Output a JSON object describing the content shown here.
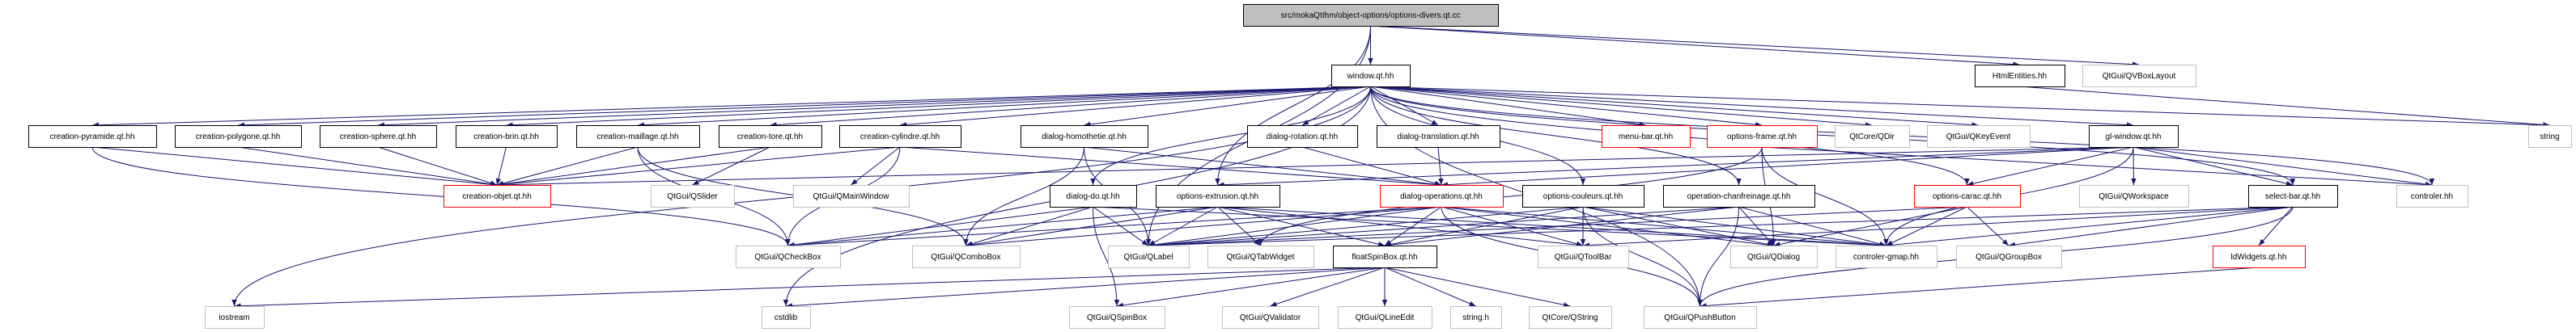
{
  "graph": {
    "edge_color": "#191970",
    "colors": {
      "root_fill": "#bfbfbf",
      "normal_border": "#000000",
      "red_border": "#ff0000",
      "external_border": "#bfbfbf"
    },
    "nodes": [
      {
        "id": "root",
        "label": "src/mokaQtIhm/object-options/options-divers.qt.cc",
        "kind": "root"
      },
      {
        "id": "window",
        "label": "window.qt.hh",
        "kind": "normal"
      },
      {
        "id": "htmlentities",
        "label": "HtmlEntities.hh",
        "kind": "normal"
      },
      {
        "id": "qvboxlayout",
        "label": "QtGui/QVBoxLayout",
        "kind": "external"
      },
      {
        "id": "c_pyramide",
        "label": "creation-pyramide.qt.hh",
        "kind": "normal"
      },
      {
        "id": "c_polygone",
        "label": "creation-polygone.qt.hh",
        "kind": "normal"
      },
      {
        "id": "c_sphere",
        "label": "creation-sphere.qt.hh",
        "kind": "normal"
      },
      {
        "id": "c_brin",
        "label": "creation-brin.qt.hh",
        "kind": "normal"
      },
      {
        "id": "c_maillage",
        "label": "creation-maillage.qt.hh",
        "kind": "normal"
      },
      {
        "id": "c_tore",
        "label": "creation-tore.qt.hh",
        "kind": "normal"
      },
      {
        "id": "c_cylindre",
        "label": "creation-cylindre.qt.hh",
        "kind": "normal"
      },
      {
        "id": "d_homothetie",
        "label": "dialog-homothetie.qt.hh",
        "kind": "normal"
      },
      {
        "id": "d_rotation",
        "label": "dialog-rotation.qt.hh",
        "kind": "normal"
      },
      {
        "id": "d_translation",
        "label": "dialog-translation.qt.hh",
        "kind": "normal"
      },
      {
        "id": "menubar",
        "label": "menu-bar.qt.hh",
        "kind": "red"
      },
      {
        "id": "optframe",
        "label": "options-frame.qt.hh",
        "kind": "red"
      },
      {
        "id": "qdir",
        "label": "QtCore/QDir",
        "kind": "external"
      },
      {
        "id": "qkeyevent",
        "label": "QtGui/QKeyEvent",
        "kind": "external"
      },
      {
        "id": "glwindow",
        "label": "gl-window.qt.hh",
        "kind": "normal"
      },
      {
        "id": "string",
        "label": "string",
        "kind": "external"
      },
      {
        "id": "c_objet",
        "label": "creation-objet.qt.hh",
        "kind": "red"
      },
      {
        "id": "qslider",
        "label": "QtGui/QSlider",
        "kind": "external"
      },
      {
        "id": "qmainwindow",
        "label": "QtGui/QMainWindow",
        "kind": "external"
      },
      {
        "id": "d_do",
        "label": "dialog-do.qt.hh",
        "kind": "normal"
      },
      {
        "id": "optextrusion",
        "label": "options-extrusion.qt.hh",
        "kind": "normal"
      },
      {
        "id": "d_operations",
        "label": "dialog-operations.qt.hh",
        "kind": "red"
      },
      {
        "id": "optcouleurs",
        "label": "options-couleurs.qt.hh",
        "kind": "normal"
      },
      {
        "id": "opchanfreinage",
        "label": "operation-chanfreinage.qt.hh",
        "kind": "normal"
      },
      {
        "id": "optcarac",
        "label": "options-carac.qt.hh",
        "kind": "red"
      },
      {
        "id": "qworkspace",
        "label": "QtGui/QWorkspace",
        "kind": "external"
      },
      {
        "id": "selectbar",
        "label": "select-bar.qt.hh",
        "kind": "normal"
      },
      {
        "id": "controler",
        "label": "controler.hh",
        "kind": "external"
      },
      {
        "id": "qcheckbox",
        "label": "QtGui/QCheckBox",
        "kind": "external"
      },
      {
        "id": "qcombobox",
        "label": "QtGui/QComboBox",
        "kind": "external"
      },
      {
        "id": "qlabel",
        "label": "QtGui/QLabel",
        "kind": "external"
      },
      {
        "id": "qtabwidget",
        "label": "QtGui/QTabWidget",
        "kind": "external"
      },
      {
        "id": "floatspinbox",
        "label": "floatSpinBox.qt.hh",
        "kind": "normal"
      },
      {
        "id": "qtoolbar",
        "label": "QtGui/QToolBar",
        "kind": "external"
      },
      {
        "id": "qdialog",
        "label": "QtGui/QDialog",
        "kind": "external"
      },
      {
        "id": "controlergmap",
        "label": "controler-gmap.hh",
        "kind": "external"
      },
      {
        "id": "qgroupbox",
        "label": "QtGui/QGroupBox",
        "kind": "external"
      },
      {
        "id": "ldwidgets",
        "label": "ldWidgets.qt.hh",
        "kind": "red"
      },
      {
        "id": "iostream",
        "label": "iostream",
        "kind": "external"
      },
      {
        "id": "cstdlib",
        "label": "cstdlib",
        "kind": "external"
      },
      {
        "id": "qspinbox",
        "label": "QtGui/QSpinBox",
        "kind": "external"
      },
      {
        "id": "qvalidator",
        "label": "QtGui/QValidator",
        "kind": "external"
      },
      {
        "id": "qlineedit",
        "label": "QtGui/QLineEdit",
        "kind": "external"
      },
      {
        "id": "stringh",
        "label": "string.h",
        "kind": "external"
      },
      {
        "id": "qstring",
        "label": "QtCore/QString",
        "kind": "external"
      },
      {
        "id": "qpushbutton",
        "label": "QtGui/QPushButton",
        "kind": "external"
      }
    ],
    "edges": [
      [
        "root",
        "window"
      ],
      [
        "root",
        "htmlentities"
      ],
      [
        "root",
        "qvboxlayout"
      ],
      [
        "root",
        "optextrusion"
      ],
      [
        "root",
        "qlabel"
      ],
      [
        "window",
        "c_pyramide"
      ],
      [
        "window",
        "c_polygone"
      ],
      [
        "window",
        "c_sphere"
      ],
      [
        "window",
        "c_brin"
      ],
      [
        "window",
        "c_maillage"
      ],
      [
        "window",
        "c_tore"
      ],
      [
        "window",
        "c_cylindre"
      ],
      [
        "window",
        "d_homothetie"
      ],
      [
        "window",
        "d_rotation"
      ],
      [
        "window",
        "d_translation"
      ],
      [
        "window",
        "menubar"
      ],
      [
        "window",
        "optframe"
      ],
      [
        "window",
        "qdir"
      ],
      [
        "window",
        "qkeyevent"
      ],
      [
        "window",
        "glwindow"
      ],
      [
        "window",
        "d_do"
      ],
      [
        "window",
        "optcouleurs"
      ],
      [
        "window",
        "opchanfreinage"
      ],
      [
        "window",
        "optcarac"
      ],
      [
        "window",
        "selectbar"
      ],
      [
        "window",
        "controler"
      ],
      [
        "window",
        "string"
      ],
      [
        "window",
        "iostream"
      ],
      [
        "window",
        "cstdlib"
      ],
      [
        "window",
        "qpushbutton"
      ],
      [
        "htmlentities",
        "string"
      ],
      [
        "c_pyramide",
        "c_objet"
      ],
      [
        "c_pyramide",
        "qcheckbox"
      ],
      [
        "c_polygone",
        "c_objet"
      ],
      [
        "c_sphere",
        "c_objet"
      ],
      [
        "c_brin",
        "c_objet"
      ],
      [
        "c_maillage",
        "c_objet"
      ],
      [
        "c_maillage",
        "qcheckbox"
      ],
      [
        "c_maillage",
        "qcombobox"
      ],
      [
        "c_tore",
        "c_objet"
      ],
      [
        "c_tore",
        "qslider"
      ],
      [
        "c_cylindre",
        "c_objet"
      ],
      [
        "c_cylindre",
        "qmainwindow"
      ],
      [
        "c_cylindre",
        "qcheckbox"
      ],
      [
        "c_cylindre",
        "d_operations"
      ],
      [
        "d_homothetie",
        "d_operations"
      ],
      [
        "d_homothetie",
        "qcombobox"
      ],
      [
        "d_homothetie",
        "qlabel"
      ],
      [
        "d_rotation",
        "d_operations"
      ],
      [
        "d_translation",
        "d_operations"
      ],
      [
        "optframe",
        "qdialog"
      ],
      [
        "optframe",
        "controlergmap"
      ],
      [
        "optframe",
        "qtabwidget"
      ],
      [
        "optframe",
        "controler"
      ],
      [
        "glwindow",
        "optcarac"
      ],
      [
        "glwindow",
        "qworkspace"
      ],
      [
        "glwindow",
        "selectbar"
      ],
      [
        "glwindow",
        "controlergmap"
      ],
      [
        "glwindow",
        "controler"
      ],
      [
        "glwindow",
        "d_operations"
      ],
      [
        "glwindow",
        "optextrusion"
      ],
      [
        "glwindow",
        "c_objet"
      ],
      [
        "d_do",
        "qlabel"
      ],
      [
        "d_do",
        "qspinbox"
      ],
      [
        "d_do",
        "qcheckbox"
      ],
      [
        "d_do",
        "controlergmap"
      ],
      [
        "d_do",
        "qcombobox"
      ],
      [
        "optextrusion",
        "qlabel"
      ],
      [
        "optextrusion",
        "qtabwidget"
      ],
      [
        "optextrusion",
        "floatspinbox"
      ],
      [
        "optextrusion",
        "qcheckbox"
      ],
      [
        "optextrusion",
        "qcombobox"
      ],
      [
        "optextrusion",
        "controlergmap"
      ],
      [
        "optextrusion",
        "qtoolbar"
      ],
      [
        "d_operations",
        "floatspinbox"
      ],
      [
        "d_operations",
        "qlabel"
      ],
      [
        "d_operations",
        "qdialog"
      ],
      [
        "d_operations",
        "qpushbutton"
      ],
      [
        "d_operations",
        "qtoolbar"
      ],
      [
        "d_operations",
        "controlergmap"
      ],
      [
        "d_operations",
        "qcheckbox"
      ],
      [
        "d_operations",
        "qcombobox"
      ],
      [
        "optcouleurs",
        "qtoolbar"
      ],
      [
        "optcouleurs",
        "qpushbutton"
      ],
      [
        "optcouleurs",
        "floatspinbox"
      ],
      [
        "optcouleurs",
        "qlabel"
      ],
      [
        "optcouleurs",
        "controlergmap"
      ],
      [
        "optcouleurs",
        "qdialog"
      ],
      [
        "opchanfreinage",
        "qdialog"
      ],
      [
        "opchanfreinage",
        "controlergmap"
      ],
      [
        "opchanfreinage",
        "qpushbutton"
      ],
      [
        "opchanfreinage",
        "floatspinbox"
      ],
      [
        "opchanfreinage",
        "qlabel"
      ],
      [
        "optcarac",
        "qdialog"
      ],
      [
        "optcarac",
        "controlergmap"
      ],
      [
        "optcarac",
        "qgroupbox"
      ],
      [
        "optcarac",
        "qlabel"
      ],
      [
        "selectbar",
        "ldwidgets"
      ],
      [
        "selectbar",
        "qpushbutton"
      ],
      [
        "selectbar",
        "controlergmap"
      ],
      [
        "selectbar",
        "qgroupbox"
      ],
      [
        "selectbar",
        "qlabel"
      ],
      [
        "selectbar",
        "qtoolbar"
      ],
      [
        "ldwidgets",
        "qpushbutton"
      ],
      [
        "floatspinbox",
        "qspinbox"
      ],
      [
        "floatspinbox",
        "qvalidator"
      ],
      [
        "floatspinbox",
        "qlineedit"
      ],
      [
        "floatspinbox",
        "stringh"
      ],
      [
        "floatspinbox",
        "qstring"
      ],
      [
        "floatspinbox",
        "iostream"
      ],
      [
        "floatspinbox",
        "cstdlib"
      ]
    ]
  }
}
